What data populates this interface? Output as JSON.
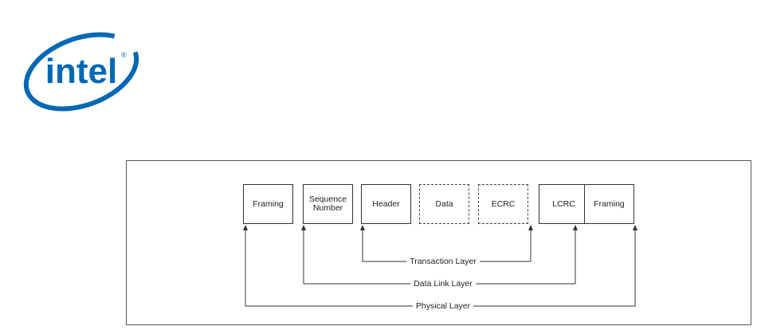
{
  "logo": {
    "text": "intel",
    "color": "#0068b5"
  },
  "packet_fields": [
    {
      "label": "Framing",
      "style": "solid"
    },
    {
      "label": "Sequence Number",
      "style": "solid"
    },
    {
      "label": "Header",
      "style": "solid"
    },
    {
      "label": "Data",
      "style": "dashed"
    },
    {
      "label": "ECRC",
      "style": "dashed"
    },
    {
      "label": "LCRC",
      "style": "solid"
    },
    {
      "label": "Framing",
      "style": "solid"
    }
  ],
  "layers": [
    {
      "label": "Transaction Layer"
    },
    {
      "label": "Data Link Layer"
    },
    {
      "label": "Physical Layer"
    }
  ]
}
